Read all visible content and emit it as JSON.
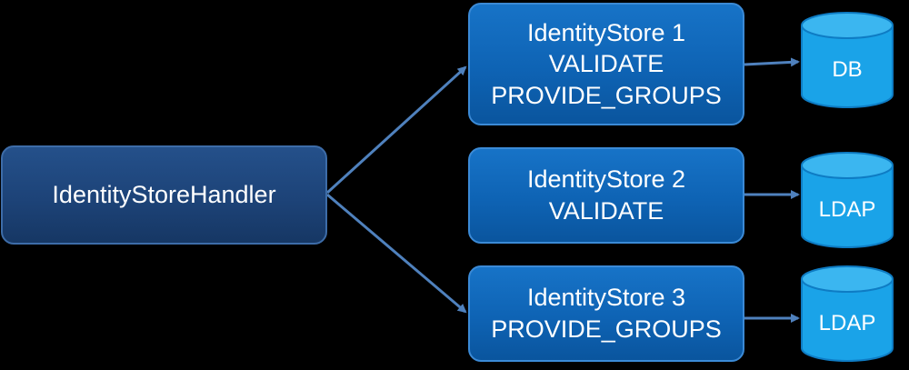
{
  "colors": {
    "background": "#000000",
    "handler_fill": "#1d4378",
    "store_fill": "#0e63b4",
    "cylinder_fill": "#1aa3e8",
    "arrow": "#4f81bd"
  },
  "handler": {
    "label": "IdentityStoreHandler"
  },
  "stores": [
    {
      "name": "IdentityStore 1",
      "capabilities": [
        "VALIDATE",
        "PROVIDE_GROUPS"
      ]
    },
    {
      "name": "IdentityStore 2",
      "capabilities": [
        "VALIDATE"
      ]
    },
    {
      "name": "IdentityStore 3",
      "capabilities": [
        "PROVIDE_GROUPS"
      ]
    }
  ],
  "backends": [
    {
      "label": "DB"
    },
    {
      "label": "LDAP"
    },
    {
      "label": "LDAP"
    }
  ]
}
